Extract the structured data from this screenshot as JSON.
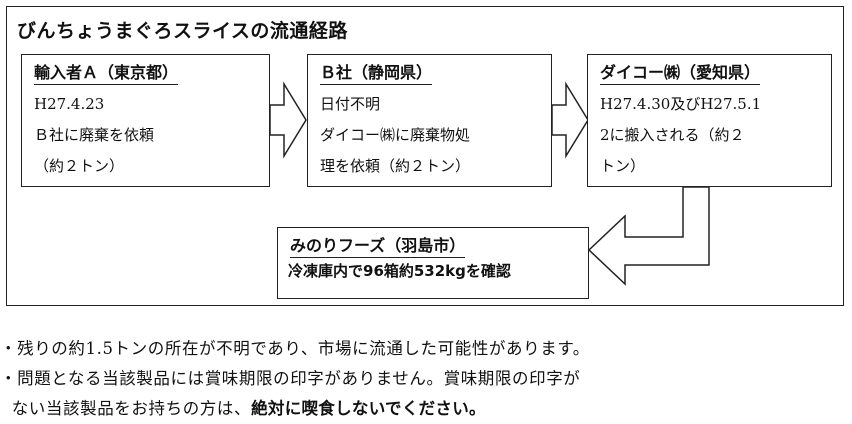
{
  "title": "びんちょうまぐろスライスの流通経路",
  "boxes": [
    {
      "heading": "輸入者Ａ（東京都）",
      "lines": [
        "H27.4.23",
        "Ｂ社に廃棄を依頼",
        "（約２トン）"
      ]
    },
    {
      "heading": "Ｂ社（静岡県）",
      "lines": [
        "日付不明",
        "ダイコー㈱に廃棄物処",
        "理を依頼（約２トン）"
      ]
    },
    {
      "heading": "ダイコー㈱（愛知県）",
      "lines": [
        "H27.4.30及びH27.5.1",
        "2に搬入される（約２",
        "トン）"
      ]
    }
  ],
  "final": {
    "heading": "みのりフーズ（羽島市）",
    "body": "冷凍庫内で96箱約532kgを確認"
  },
  "notes": {
    "line1": "・残りの約1.5トンの所在が不明であり、市場に流通した可能性があります。",
    "line2": "・問題となる当該製品には賞味期限の印字がありません。賞味期限の印字が",
    "line3_plain": "ない当該製品をお持ちの方は、",
    "line3_bold": "絶対に喫食しないでください。"
  }
}
